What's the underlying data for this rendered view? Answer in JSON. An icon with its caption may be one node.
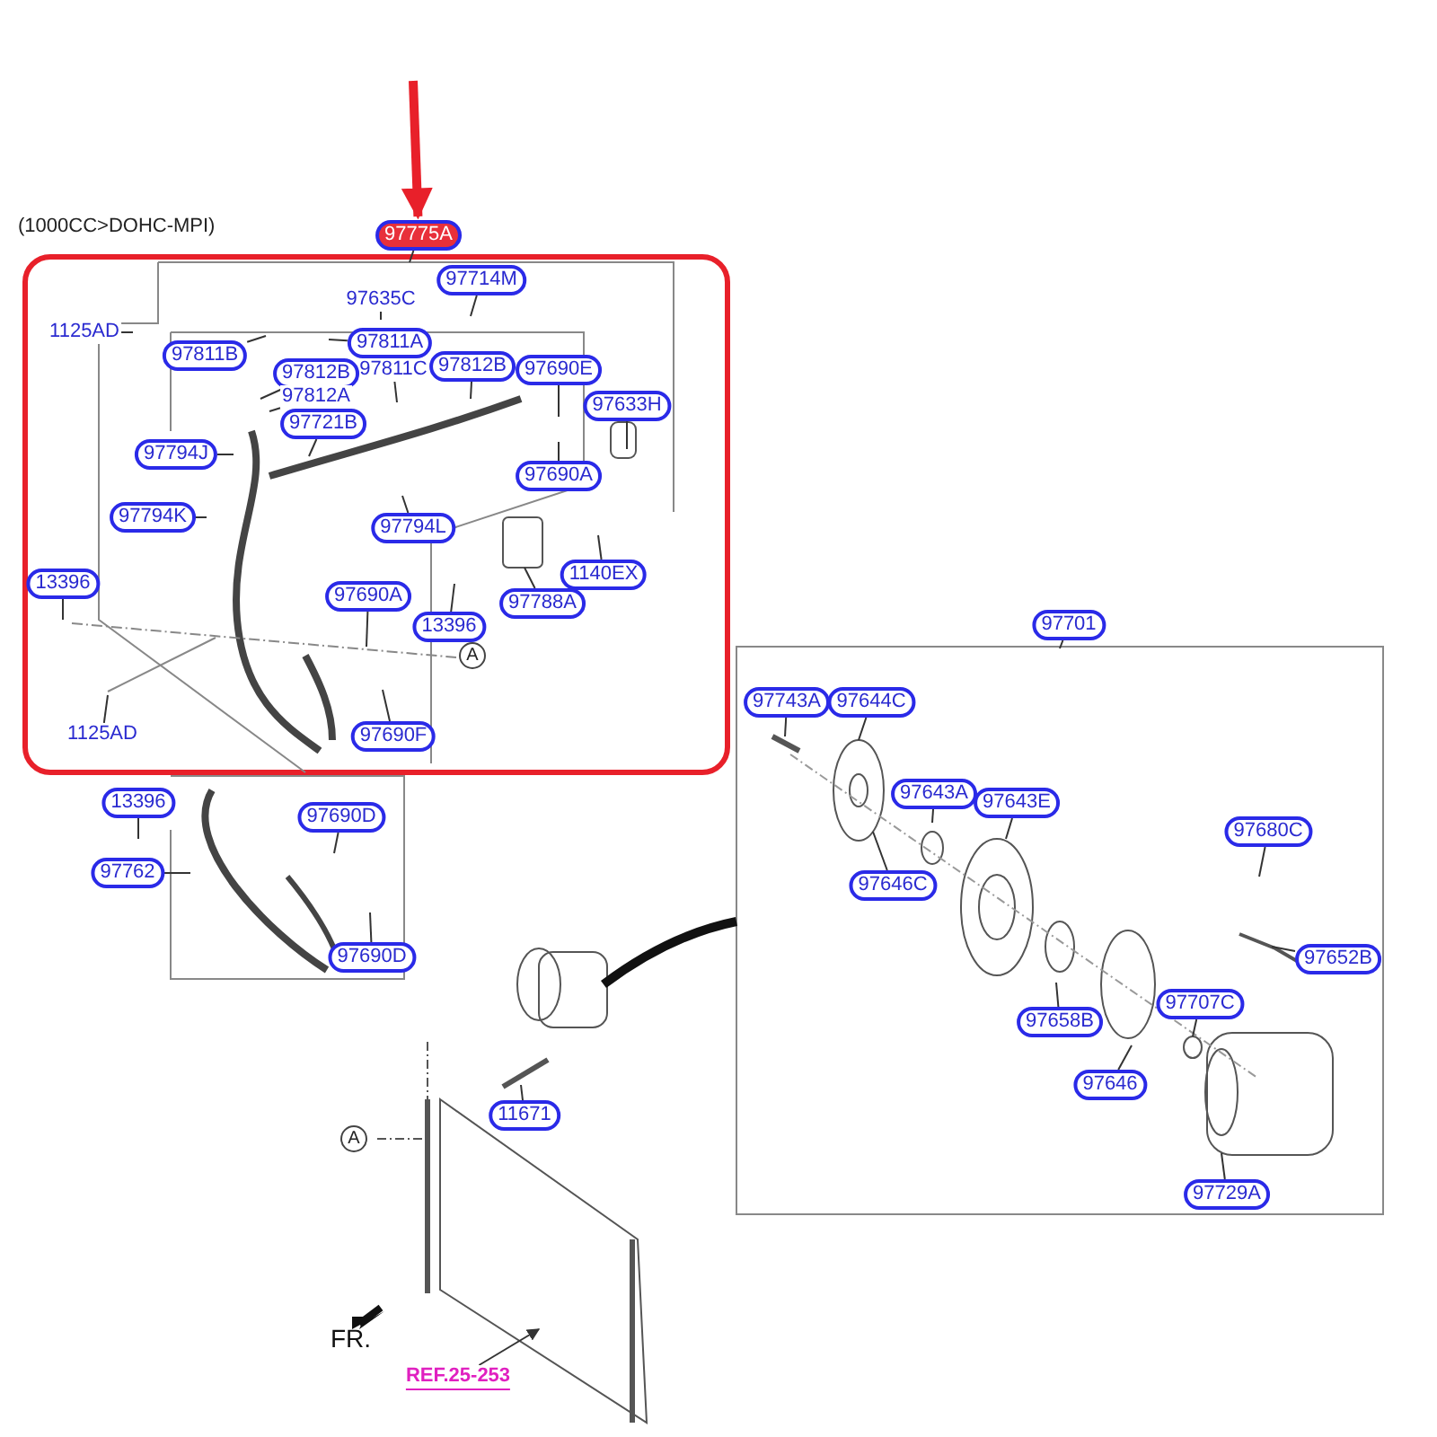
{
  "diagram": {
    "nodes": [
      {
        "text": [
          "97775A"
        ]
      },
      {
        "text": [
          "97714M"
        ]
      },
      {
        "text": [
          "97635C"
        ]
      },
      {
        "text": [
          "1125AD"
        ]
      },
      {
        "text": [
          "97811B"
        ]
      },
      {
        "text": [
          "97811A"
        ]
      },
      {
        "text": [
          "97811C"
        ]
      },
      {
        "text": [
          "97812B"
        ]
      },
      {
        "text": [
          "97812A"
        ]
      },
      {
        "text": [
          "97812B"
        ]
      },
      {
        "text": [
          "97690E"
        ]
      },
      {
        "text": [
          "97633H"
        ]
      },
      {
        "text": [
          "97721B"
        ]
      },
      {
        "text": [
          "97794J"
        ]
      },
      {
        "text": [
          "97690A"
        ]
      },
      {
        "text": [
          "97794K"
        ]
      },
      {
        "text": [
          "97794L"
        ]
      },
      {
        "text": [
          "1140EX"
        ]
      },
      {
        "text": [
          "13396"
        ]
      },
      {
        "text": [
          "97690A"
        ]
      },
      {
        "text": [
          "97788A"
        ]
      },
      {
        "text": [
          "13396"
        ]
      },
      {
        "text": [
          "1125AD"
        ]
      },
      {
        "text": [
          "97690F"
        ]
      },
      {
        "text": [
          "13396"
        ]
      },
      {
        "text": [
          "97690D"
        ]
      },
      {
        "text": [
          "97762"
        ]
      },
      {
        "text": [
          "97690D"
        ]
      },
      {
        "text": [
          "11671"
        ]
      },
      {
        "text": [
          "97701"
        ]
      },
      {
        "text": [
          "97743A"
        ]
      },
      {
        "text": [
          "97644C"
        ]
      },
      {
        "text": [
          "97643A"
        ]
      },
      {
        "text": [
          "97643E"
        ]
      },
      {
        "text": [
          "97646C"
        ]
      },
      {
        "text": [
          "97680C"
        ]
      },
      {
        "text": [
          "97652B"
        ]
      },
      {
        "text": [
          "97707C"
        ]
      },
      {
        "text": [
          "97658B"
        ]
      },
      {
        "text": [
          "97646"
        ]
      },
      {
        "text": [
          "97729A"
        ]
      },
      {
        "text": [
          "REF.25-253"
        ]
      }
    ],
    "edges": [
      {
        "from": null,
        "to": 0,
        "arrow": "to",
        "style": "thick",
        "color": "#e8202a"
      },
      {
        "from": 0,
        "to": null,
        "arrow": "none"
      },
      {
        "from": 1,
        "to": null,
        "arrow": "none"
      },
      {
        "from": 2,
        "to": null,
        "arrow": "none"
      },
      {
        "from": 3,
        "to": null,
        "arrow": "none"
      },
      {
        "from": 4,
        "to": null,
        "arrow": "none"
      },
      {
        "from": 5,
        "to": null,
        "arrow": "none"
      },
      {
        "from": 6,
        "to": null,
        "arrow": "none"
      },
      {
        "from": 7,
        "to": null,
        "arrow": "none"
      },
      {
        "from": 8,
        "to": null,
        "arrow": "none"
      },
      {
        "from": 9,
        "to": null,
        "arrow": "none"
      },
      {
        "from": 10,
        "to": null,
        "arrow": "none"
      },
      {
        "from": 11,
        "to": null,
        "arrow": "none"
      },
      {
        "from": 12,
        "to": null,
        "arrow": "none"
      },
      {
        "from": 13,
        "to": null,
        "arrow": "none"
      },
      {
        "from": 14,
        "to": null,
        "arrow": "none"
      },
      {
        "from": 15,
        "to": null,
        "arrow": "none"
      },
      {
        "from": 16,
        "to": null,
        "arrow": "none"
      },
      {
        "from": 17,
        "to": null,
        "arrow": "none"
      },
      {
        "from": 18,
        "to": null,
        "arrow": "none"
      },
      {
        "from": 19,
        "to": null,
        "arrow": "none"
      },
      {
        "from": 20,
        "to": null,
        "arrow": "none"
      },
      {
        "from": 21,
        "to": null,
        "arrow": "none"
      },
      {
        "from": 22,
        "to": null,
        "arrow": "none"
      },
      {
        "from": 23,
        "to": null,
        "arrow": "none"
      },
      {
        "from": 24,
        "to": null,
        "arrow": "none"
      },
      {
        "from": 25,
        "to": null,
        "arrow": "none"
      },
      {
        "from": 26,
        "to": null,
        "arrow": "none"
      },
      {
        "from": 27,
        "to": null,
        "arrow": "none"
      },
      {
        "from": 28,
        "to": null,
        "arrow": "none"
      },
      {
        "from": 29,
        "to": null,
        "arrow": "none"
      },
      {
        "from": 30,
        "to": null,
        "arrow": "none"
      },
      {
        "from": 31,
        "to": null,
        "arrow": "none"
      },
      {
        "from": 32,
        "to": null,
        "arrow": "none"
      },
      {
        "from": 33,
        "to": null,
        "arrow": "none"
      },
      {
        "from": 34,
        "to": null,
        "arrow": "none"
      },
      {
        "from": 35,
        "to": null,
        "arrow": "none"
      },
      {
        "from": 36,
        "to": null,
        "arrow": "none"
      },
      {
        "from": 37,
        "to": null,
        "arrow": "none"
      },
      {
        "from": 38,
        "to": null,
        "arrow": "none"
      },
      {
        "from": 39,
        "to": null,
        "arrow": "none"
      },
      {
        "from": 40,
        "to": null,
        "arrow": "none"
      },
      {
        "from": 41,
        "to": null,
        "arrow": "to"
      }
    ],
    "labels": [
      "(1000CC>DOHC-MPI)",
      "A",
      "A",
      "FR."
    ]
  }
}
